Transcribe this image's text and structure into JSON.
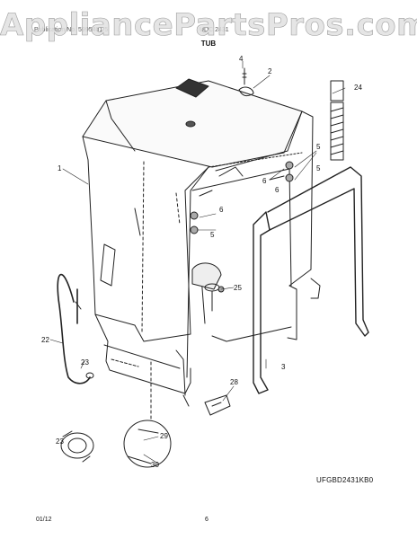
{
  "watermark": "AppliancePartsPros.com",
  "header": {
    "left": "Publication No. 5995401 5",
    "right": "UDC 2431",
    "section_title": "TUB"
  },
  "callouts": [
    "1",
    "2",
    "3",
    "4",
    "5",
    "5",
    "5",
    "6",
    "6",
    "6",
    "22",
    "23",
    "23",
    "24",
    "25",
    "28",
    "29",
    "30"
  ],
  "model_code": "UFGBD2431KB0",
  "footer": {
    "date": "01/12",
    "page": "6"
  }
}
